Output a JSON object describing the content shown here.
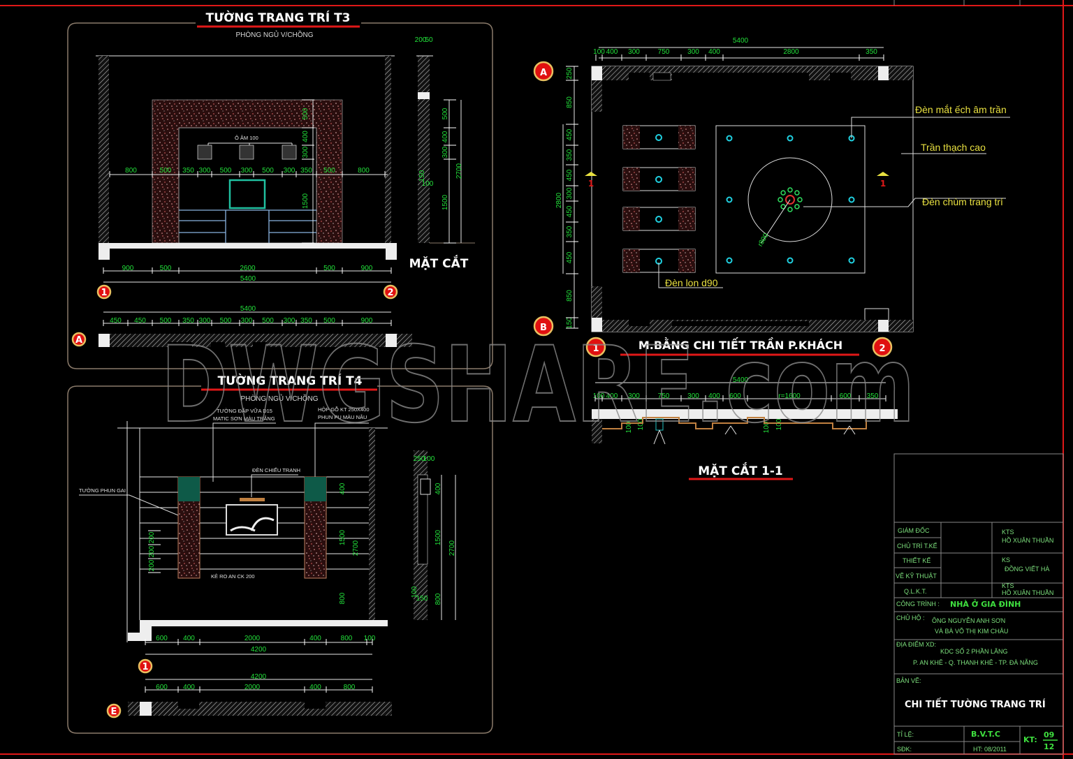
{
  "colors": {
    "background": "#000000",
    "frame": "#e01818",
    "dimension": "#22e03a",
    "title_underline": "#e01818",
    "panel_border": "#8a7a6a",
    "speckle": "#e08a8a",
    "tv": "#20c0a0",
    "cabinet": "#8ab4e0",
    "label": "#e8e040"
  },
  "watermark": "DWGSHARE.com",
  "t3": {
    "title": "TƯỜNG TRANG TRÍ T3",
    "subtitle": "PHÒNG NGỦ V/CHỒNG",
    "niche_label": "Ô ÂM 100",
    "section_label": "MẶT CẮT",
    "dims_row1": [
      "800",
      "500",
      "350",
      "300",
      "500",
      "300",
      "500",
      "300",
      "350",
      "500",
      "800"
    ],
    "dims_row2": [
      "900",
      "500",
      "2600",
      "500",
      "900"
    ],
    "dim_total": "5400",
    "plan_total": "5400",
    "plan_dims": [
      "450",
      "450",
      "500",
      "350",
      "300",
      "500",
      "300",
      "500",
      "300",
      "350",
      "500",
      "900"
    ],
    "vert_dims": [
      "500",
      "400",
      "300",
      "1500"
    ],
    "section_dims": [
      "200",
      "50",
      "500",
      "400",
      "300",
      "150",
      "100",
      "1500",
      "2700"
    ],
    "axes": [
      "1",
      "2",
      "A"
    ]
  },
  "ceiling": {
    "title": "M.BẰNG CHI TIẾT TRẦN P.KHÁCH",
    "top_total": "5400",
    "top_dims": [
      "100",
      "400",
      "300",
      "750",
      "300",
      "400",
      "2800",
      "350"
    ],
    "left_dims": [
      "250",
      "850",
      "450",
      "350",
      "450",
      "300",
      "450",
      "350",
      "450",
      "850",
      "150"
    ],
    "left_total": "2800",
    "radius_label": "r800",
    "labels": {
      "eyeball": "Đèn mắt ếch âm trần",
      "gypsum": "Trần thạch cao",
      "chandelier": "Đèn chùm trang trí",
      "downlight": "Đèn lon d90"
    },
    "section_marks": [
      "1",
      "1"
    ],
    "axes": [
      "A",
      "B",
      "1",
      "2"
    ]
  },
  "section11": {
    "title": "MẶT CẮT  1-1",
    "total": "5400",
    "dims": [
      "100",
      "400",
      "300",
      "750",
      "300",
      "400",
      "600",
      "r=1600",
      "600",
      "350"
    ],
    "small_dims": [
      "100",
      "100",
      "100",
      "100"
    ]
  },
  "t4": {
    "title": "TƯỜNG TRANG TRÍ T4",
    "subtitle": "PHÒNG NGỦ V/CHỒNG",
    "notes": {
      "wall": "TƯỜNG ĐẮP VỮA D15",
      "wall2": "MATIC SƠN MÀU TRẮNG",
      "box": "HỘP GỖ KT 250X400",
      "box2": "PHUN PU MÀU NÂU",
      "lamp": "ĐÈN CHIẾU TRANH",
      "spray": "TƯỜNG PHUN GAI",
      "groove": "KẺ RO AN CK 200"
    },
    "dims_row1": [
      "600",
      "400",
      "2000",
      "400",
      "800",
      "100"
    ],
    "dim_total": "4200",
    "plan_total": "4200",
    "plan_dims": [
      "600",
      "400",
      "2000",
      "400",
      "800"
    ],
    "left_dims": [
      "200",
      "200",
      "200"
    ],
    "vert_dims": [
      "400",
      "1500",
      "2700",
      "800"
    ],
    "section_dims": [
      "250",
      "100",
      "400",
      "1500",
      "2700",
      "100",
      "150",
      "800"
    ],
    "axes": [
      "1",
      "E"
    ]
  },
  "title_block": {
    "rows": [
      {
        "role": "GIÁM ĐỐC"
      },
      {
        "role": "CHỦ TRÌ T.KẾ"
      },
      {
        "role": "THIẾT KẾ"
      },
      {
        "role": "VẼ KỸ THUẬT"
      },
      {
        "role": "Q.L.K.T."
      }
    ],
    "names": [
      {
        "title": "KTS",
        "name": "HỒ XUÂN THUẦN"
      },
      {
        "title": "KS",
        "name": "ĐỒNG VIẾT HÀ"
      },
      {
        "title": "KTS",
        "name": "HỒ XUÂN THUẦN"
      }
    ],
    "project_label": "CÔNG TRÌNH :",
    "project": "NHÀ Ở GIA ĐÌNH",
    "owner_label": "CHỦ HỘ :",
    "owner_line1": "ÔNG NGUYỄN ANH SƠN",
    "owner_line2": "VÀ BÀ VÕ THỊ KIM CHÂU",
    "location_label": "ĐỊA ĐIỂM XD:",
    "location_line1": "KDC SỐ 2 PHẦN LĂNG",
    "location_line2": "P. AN KHÊ - Q. THANH KHÊ - TP. ĐÀ NẴNG",
    "drawing_label": "BẢN VẼ:",
    "drawing_title": "CHI TIẾT TƯỜNG TRANG TRÍ",
    "scale_label": "TỈ LỆ:",
    "stage": "B.V.T.C",
    "sheet_prefix": "KT:",
    "sheet_no": "09",
    "sheet_total": "12",
    "sdk_label": "SĐK:",
    "date": "HT: 08/2011"
  }
}
